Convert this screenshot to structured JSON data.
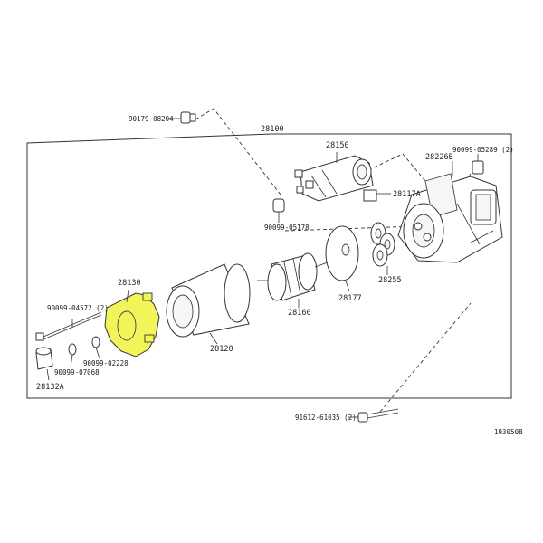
{
  "labels": {
    "p90179": "90179-08204",
    "p28100": "28100",
    "p28150": "28150",
    "p90099_05289": "90099-05289 (2)",
    "p28226b": "28226B",
    "p28117a": "28117A",
    "p90099_05178": "90099-05178",
    "p28130": "28130",
    "p90099_04572": "90099-04572 (2)",
    "p90099_02228": "90099-02228",
    "p90099_07068": "90099-07068",
    "p28132a": "28132A",
    "p28120": "28120",
    "p28160": "28160",
    "p28177": "28177",
    "p28255": "28255",
    "p91612": "91612-61035 (2)",
    "ref": "193050B"
  },
  "colors": {
    "highlight": "#f2f55a",
    "line": "#333333"
  }
}
